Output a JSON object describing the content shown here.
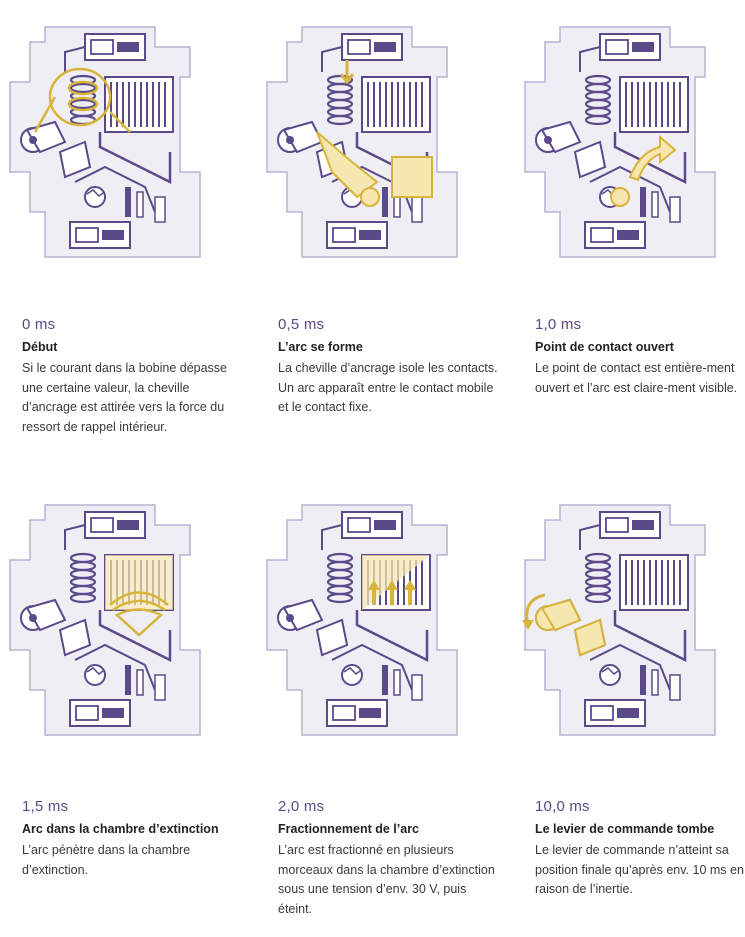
{
  "steps": [
    {
      "time": "0 ms",
      "title": "Début",
      "desc": "Si le courant dans la bobine dépasse une certaine valeur, la cheville d’ancrage est attirée vers la force du ressort de rappel intérieur."
    },
    {
      "time": "0,5 ms",
      "title": "L’arc se forme",
      "desc": "La cheville d’ancrage isole les contacts. Un arc apparaît entre le contact mobile et le contact fixe."
    },
    {
      "time": "1,0 ms",
      "title": "Point de contact ouvert",
      "desc": "Le point de contact est entière-ment ouvert et l’arc est claire-ment visible."
    },
    {
      "time": "1,5 ms",
      "title": "Arc dans la chambre d’extinction",
      "desc": "L’arc pénètre dans la chambre d’extinction."
    },
    {
      "time": "2,0 ms",
      "title": "Fractionnement de l’arc",
      "desc": "L’arc est fractionné en plusieurs morceaux dans la chambre d’extinction sous une tension d’env. 30 V, puis éteint."
    },
    {
      "time": "10,0 ms",
      "title": "Le levier de commande tombe",
      "desc": "Le levier de commande n’atteint sa position finale qu’après env. 10 ms en raison de l’inertie."
    }
  ],
  "colors": {
    "outline": "#6a5aa0",
    "body": "#eeeef4",
    "highlight": "#d9b43a",
    "time_text": "#5a4a8a"
  }
}
